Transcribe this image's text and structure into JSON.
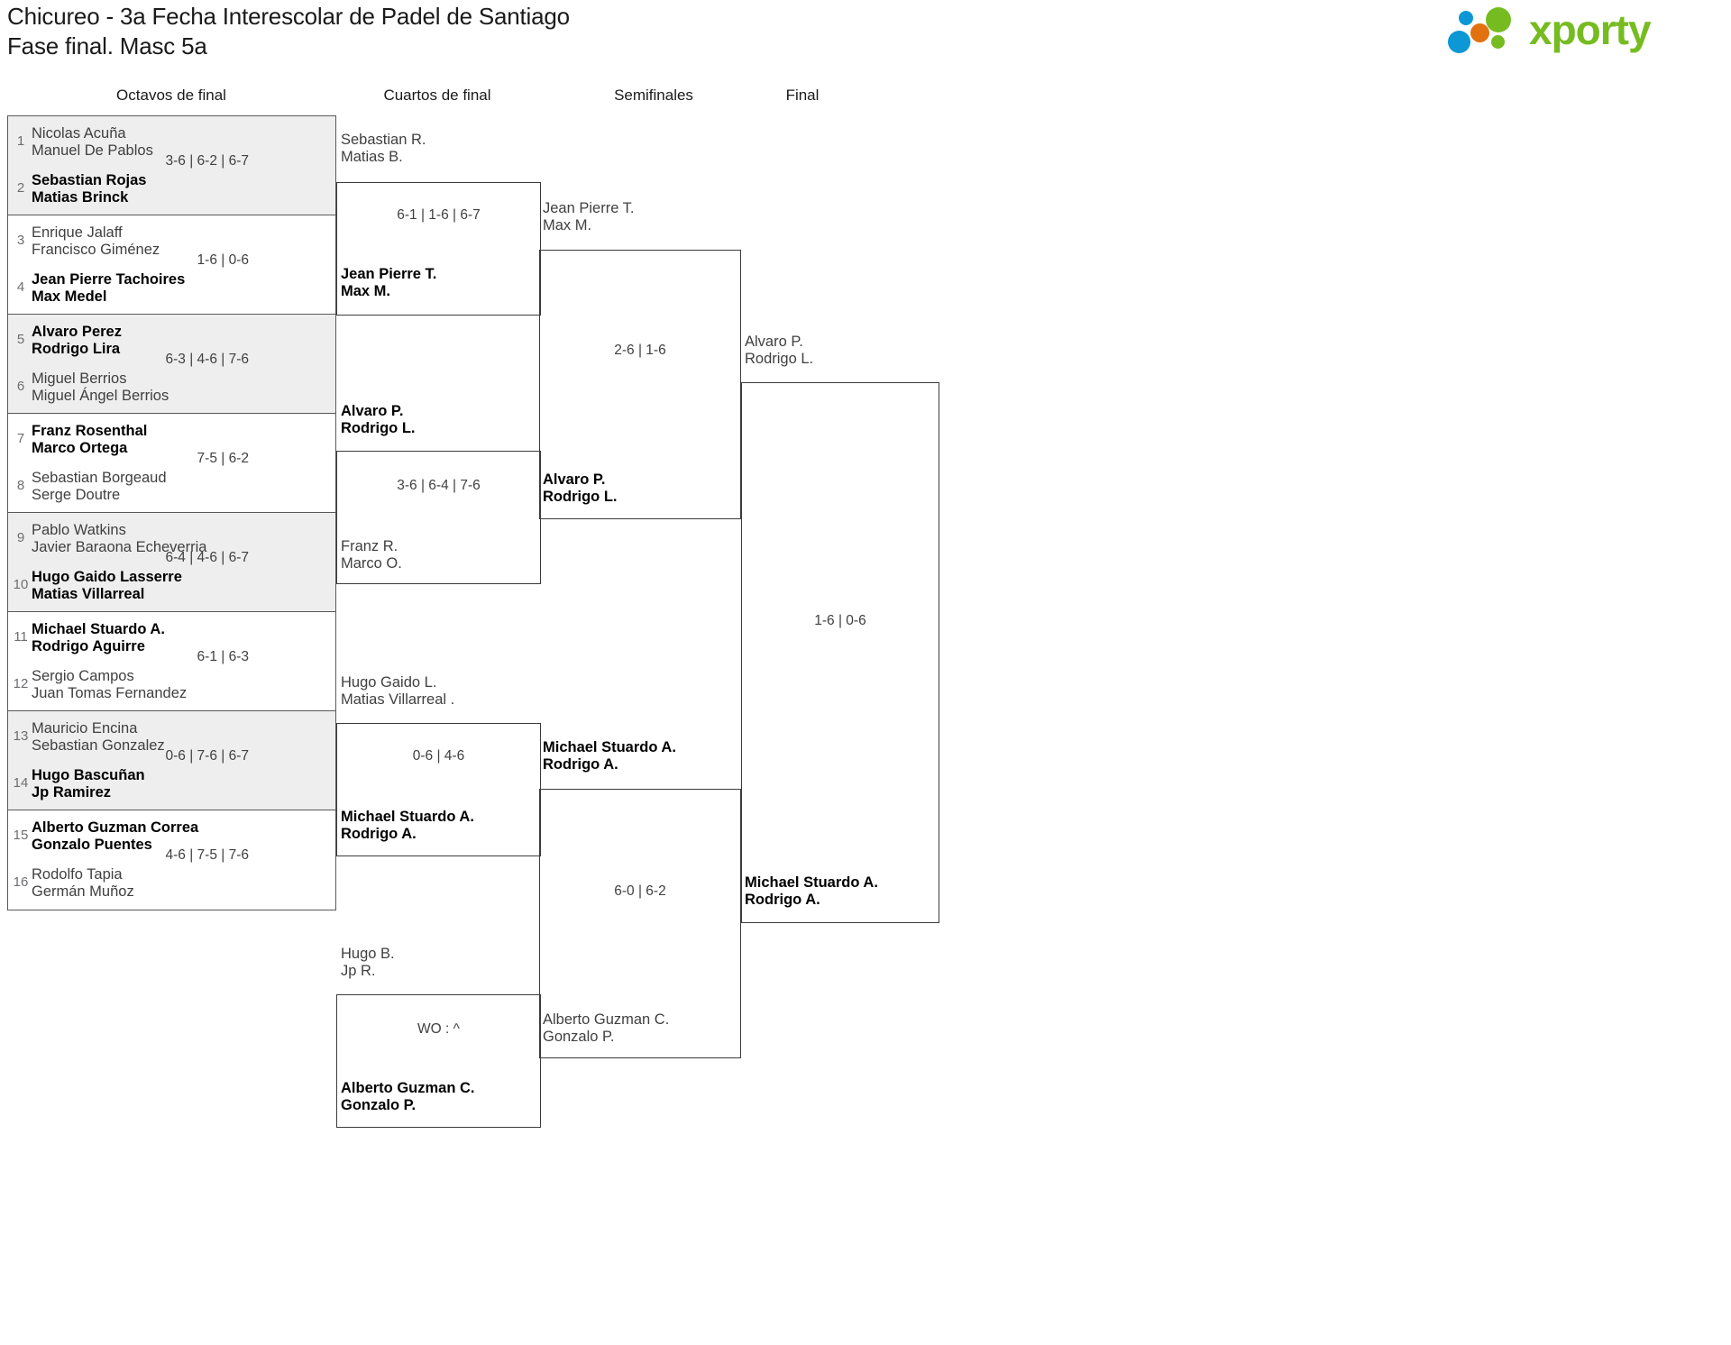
{
  "header": {
    "title": "Chicureo - 3a Fecha Interescolar de Padel de Santiago\nFase final. Masc 5a",
    "logo_text": "xporty",
    "logo_colors": {
      "green": "#76bc21",
      "blue": "#0d97d4",
      "orange": "#e2710f"
    }
  },
  "rounds": [
    {
      "label": "Octavos de final"
    },
    {
      "label": "Cuartos de final"
    },
    {
      "label": "Semifinales"
    },
    {
      "label": "Final"
    }
  ],
  "round1": [
    {
      "seed_top": "1",
      "top": "Nicolas Acuña\nManuel De Pablos",
      "top_win": false,
      "score": "3-6 | 6-2 | 6-7",
      "seed_bot": "2",
      "bot": "Sebastian Rojas\nMatias Brinck",
      "bot_win": true
    },
    {
      "seed_top": "3",
      "top": "Enrique Jalaff\nFrancisco Giménez",
      "top_win": false,
      "score": "1-6 | 0-6",
      "seed_bot": "4",
      "bot": "Jean Pierre Tachoires\nMax Medel",
      "bot_win": true
    },
    {
      "seed_top": "5",
      "top": "Alvaro Perez\nRodrigo Lira",
      "top_win": true,
      "score": "6-3 | 4-6 | 7-6",
      "seed_bot": "6",
      "bot": "Miguel Berrios\nMiguel Ángel Berrios",
      "bot_win": false
    },
    {
      "seed_top": "7",
      "top": "Franz Rosenthal\nMarco Ortega",
      "top_win": true,
      "score": "7-5 | 6-2",
      "seed_bot": "8",
      "bot": "Sebastian Borgeaud\nSerge Doutre",
      "bot_win": false
    },
    {
      "seed_top": "9",
      "top": "Pablo Watkins\nJavier Baraona Echeverria",
      "top_win": false,
      "score": "6-4 | 4-6 | 6-7",
      "seed_bot": "10",
      "bot": "Hugo Gaido Lasserre\nMatias Villarreal",
      "bot_win": true
    },
    {
      "seed_top": "11",
      "top": "Michael Stuardo A.\nRodrigo Aguirre",
      "top_win": true,
      "score": "6-1 | 6-3",
      "seed_bot": "12",
      "bot": "Sergio Campos\nJuan Tomas Fernandez",
      "bot_win": false
    },
    {
      "seed_top": "13",
      "top": "Mauricio Encina\nSebastian Gonzalez",
      "top_win": false,
      "score": "0-6 | 7-6 | 6-7",
      "seed_bot": "14",
      "bot": "Hugo Bascuñan\nJp Ramirez",
      "bot_win": true
    },
    {
      "seed_top": "15",
      "top": "Alberto Guzman Correa\nGonzalo Puentes",
      "top_win": true,
      "score": "4-6 | 7-5 | 7-6",
      "seed_bot": "16",
      "bot": "Rodolfo Tapia\nGermán Muñoz",
      "bot_win": false
    }
  ],
  "round2": [
    {
      "top": "Sebastian R.\nMatias B.",
      "top_win": false,
      "score": "6-1 | 1-6 | 6-7",
      "bot": "Jean Pierre T.\nMax M.",
      "bot_win": true
    },
    {
      "top": "Alvaro P.\nRodrigo L.",
      "top_win": true,
      "score": "3-6 | 6-4 | 7-6",
      "bot": "Franz R.\nMarco O.",
      "bot_win": false
    },
    {
      "top": "Hugo Gaido L.\nMatias Villarreal .",
      "top_win": false,
      "score": "0-6 | 4-6",
      "bot": "Michael Stuardo A.\nRodrigo A.",
      "bot_win": true
    },
    {
      "top": "Hugo B.\nJp R.",
      "top_win": false,
      "score": "WO : ^",
      "bot": "Alberto Guzman C.\nGonzalo P.",
      "bot_win": true
    }
  ],
  "round3": [
    {
      "top": "Jean Pierre T.\nMax M.",
      "top_win": false,
      "score": "2-6 | 1-6",
      "bot": "Alvaro P.\nRodrigo L.",
      "bot_win": true
    },
    {
      "top": "Michael Stuardo A.\nRodrigo A.",
      "top_win": true,
      "score": "6-0 | 6-2",
      "bot": "Alberto Guzman C.\nGonzalo P.",
      "bot_win": false
    }
  ],
  "round4": [
    {
      "top": "Alvaro P.\nRodrigo L.",
      "top_win": false,
      "score": "1-6 | 0-6",
      "bot": "Michael Stuardo A.\nRodrigo A.",
      "bot_win": true
    }
  ]
}
